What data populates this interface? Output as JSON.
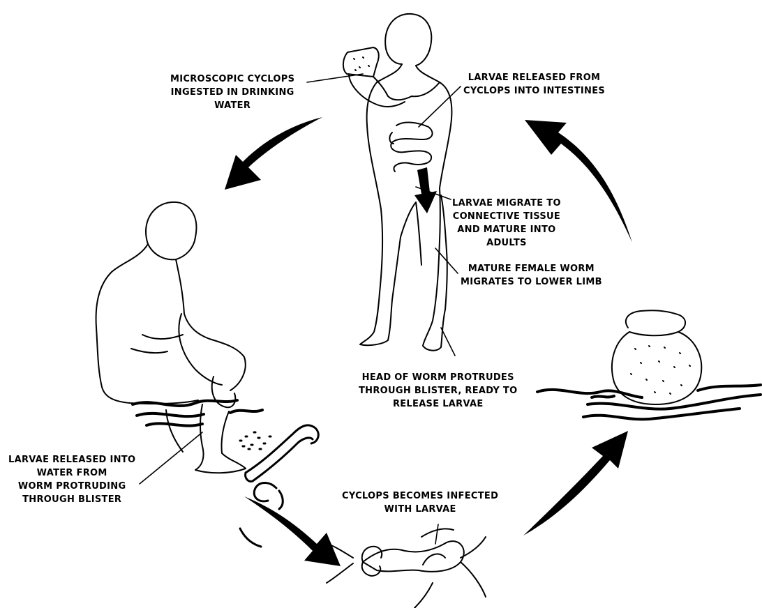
{
  "colors": {
    "ink": "#000000",
    "background": "#ffffff"
  },
  "labels": {
    "ingested": [
      "MICROSCOPIC CYCLOPS",
      "INGESTED IN DRINKING",
      "WATER"
    ],
    "released_intestines": [
      "LARVAE RELEASED FROM",
      "CYCLOPS INTO INTESTINES"
    ],
    "migrate_connective": [
      "LARVAE MIGRATE TO",
      "CONNECTIVE TISSUE",
      "AND MATURE INTO",
      "ADULTS"
    ],
    "female_worm": [
      "MATURE FEMALE WORM",
      "MIGRATES TO LOWER LIMB"
    ],
    "head_protrudes": [
      "HEAD OF WORM PROTRUDES",
      "THROUGH BLISTER, READY TO",
      "RELEASE LARVAE"
    ],
    "released_water": [
      "LARVAE RELEASED INTO",
      "WATER FROM",
      "WORM PROTRUDING",
      "THROUGH BLISTER"
    ],
    "cyclops_infected": [
      "CYCLOPS BECOMES INFECTED",
      "WITH LARVAE"
    ]
  },
  "icons": [
    "standing-person-drinking",
    "crouching-person-in-water",
    "water-pot",
    "cyclops-crustacean",
    "guinea-worm",
    "cycle-arrow"
  ]
}
